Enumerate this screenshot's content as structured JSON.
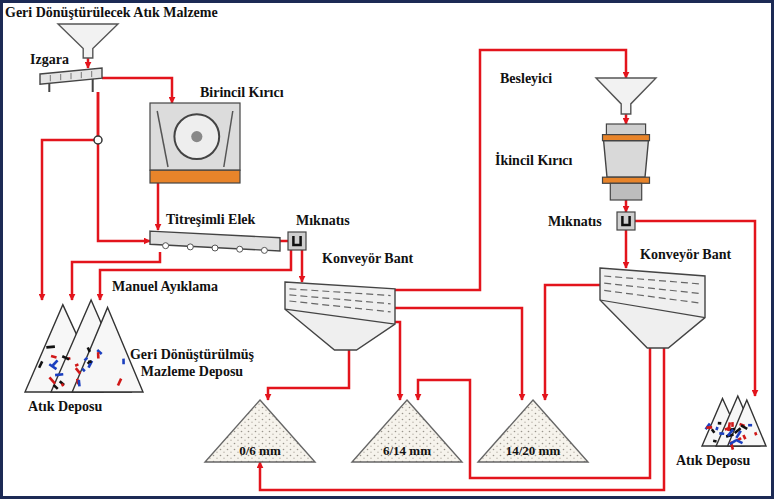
{
  "diagram": {
    "nodes": [
      {
        "text": [
          "Geri Dönüştürülecek Atık Malzeme"
        ]
      },
      {
        "text": [
          "Izgara"
        ]
      },
      {
        "text": [
          "Birincil Kırıcı"
        ]
      },
      {
        "text": [
          "Titreşimli Elek"
        ]
      },
      {
        "text": [
          "Mıknatıs"
        ]
      },
      {
        "text": [
          "Konveyör Bant"
        ]
      },
      {
        "text": [
          "Atık Deposu"
        ]
      },
      {
        "text": [
          "0/6 mm"
        ]
      },
      {
        "text": [
          "6/14 mm"
        ]
      },
      {
        "text": [
          "14/20 mm"
        ]
      },
      {
        "text": [
          "Besleyici"
        ]
      },
      {
        "text": [
          "İkincil Kırıcı"
        ]
      },
      {
        "text": [
          "Mıknatıs"
        ]
      },
      {
        "text": [
          "Konveyör Bant"
        ]
      },
      {
        "text": [
          "Atık Deposu"
        ]
      }
    ],
    "edges": [
      {
        "from": 0,
        "to": 1,
        "arrow": "to"
      },
      {
        "from": 1,
        "to": 2,
        "arrow": "to"
      },
      {
        "from": 1,
        "to": 3,
        "arrow": "to"
      },
      {
        "from": 1,
        "to": 6,
        "arrow": "to"
      },
      {
        "from": 2,
        "to": 3,
        "arrow": "to"
      },
      {
        "from": 3,
        "to": 4,
        "arrow": "none"
      },
      {
        "from": 3,
        "to": 6,
        "arrow": "to"
      },
      {
        "from": 4,
        "to": 5,
        "arrow": "to"
      },
      {
        "from": 4,
        "to": 6,
        "arrow": "to"
      },
      {
        "from": 5,
        "to": 7,
        "arrow": "to"
      },
      {
        "from": 5,
        "to": 8,
        "arrow": "to"
      },
      {
        "from": 5,
        "to": 9,
        "arrow": "to"
      },
      {
        "from": 5,
        "to": 10,
        "arrow": "to"
      },
      {
        "from": 10,
        "to": 11,
        "arrow": "to"
      },
      {
        "from": 11,
        "to": 12,
        "arrow": "to"
      },
      {
        "from": 12,
        "to": 13,
        "arrow": "to"
      },
      {
        "from": 12,
        "to": 14,
        "arrow": "to"
      },
      {
        "from": 13,
        "to": 9,
        "arrow": "to"
      },
      {
        "from": 13,
        "to": 8,
        "arrow": "to"
      },
      {
        "from": 13,
        "to": 7,
        "arrow": "to"
      }
    ],
    "labels": [
      "Manuel Ayıklama",
      "Geri Dönüştürülmüş Mazleme Deposu"
    ]
  }
}
